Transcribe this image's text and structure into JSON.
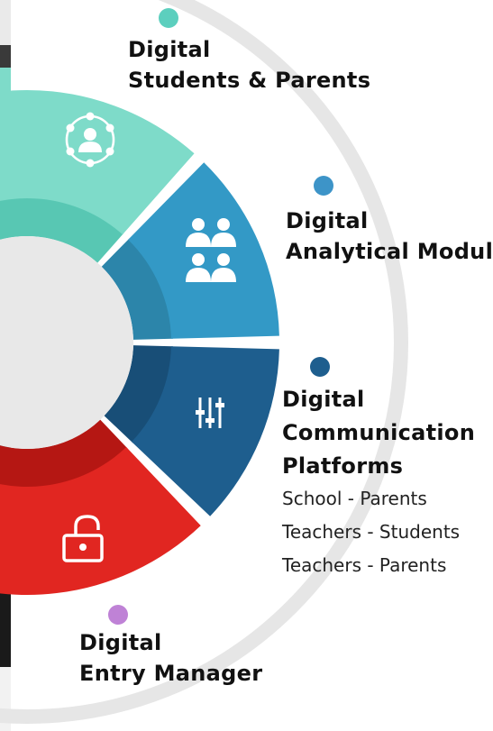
{
  "colors": {
    "teal": "#7EDBC9",
    "teal_dark": "#58C7B3",
    "blue": "#3399C6",
    "blue_dark": "#2C85AA",
    "navy": "#1E5E8E",
    "navy_dark": "#184E77",
    "red": "#E12621",
    "red_dark": "#B51713",
    "ring": "#E6E6E6",
    "hub": "#E8E8E8",
    "dot_teal": "#5CCFBE",
    "dot_blue": "#3D94C8",
    "dot_navy": "#1E5E8E",
    "dot_purple": "#BF82D6"
  },
  "segments": [
    {
      "id": "students-parents",
      "icon": "user-network-icon",
      "title_lines": [
        "Digital",
        "Students & Parents"
      ]
    },
    {
      "id": "analytical-module",
      "icon": "group-of-people-icon",
      "title_lines": [
        "Digital",
        "Analytical Module"
      ]
    },
    {
      "id": "communication-platforms",
      "icon": "sliders-icon",
      "title_lines": [
        "Digital",
        "Communication",
        "Platforms"
      ],
      "items": [
        "School - Parents",
        "Teachers - Students",
        "Teachers - Parents"
      ]
    },
    {
      "id": "entry-manager",
      "icon": "unlock-icon",
      "title_lines": [
        "Digital",
        "Entry Manager"
      ]
    }
  ]
}
